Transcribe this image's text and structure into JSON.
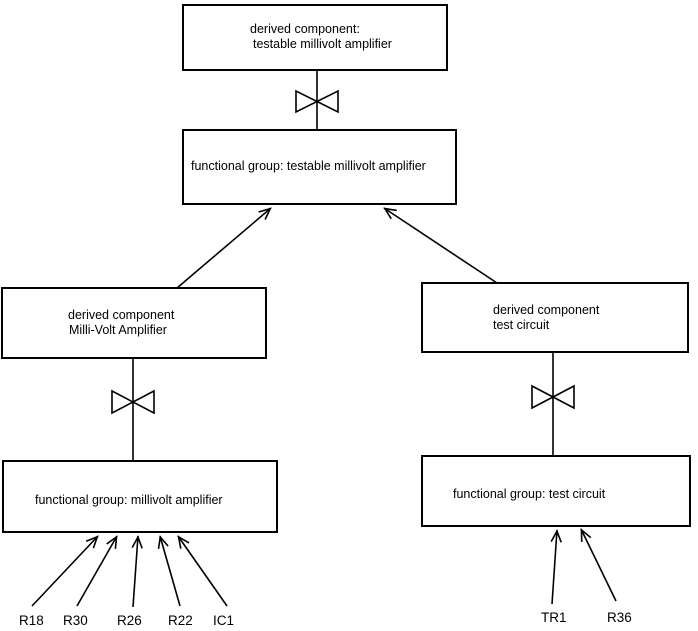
{
  "page": {
    "background_color": "#ffffff",
    "line_color": "#000000",
    "text_color": "#000000"
  },
  "icons": {
    "bowtie": "bowtie-decomposition-symbol"
  },
  "nodes": {
    "derived_testable": {
      "line1": "derived component:",
      "line2": "testable millivolt amplifier"
    },
    "fg_testable": {
      "line1": "functional group: testable millivolt amplifier"
    },
    "derived_millivolt": {
      "line1": "derived component",
      "line2": "Milli-Volt Amplifier"
    },
    "derived_test": {
      "line1": "derived component",
      "line2": "test circuit"
    },
    "fg_millivolt": {
      "line1": "functional group: millivolt amplifier"
    },
    "fg_test": {
      "line1": "functional group: test circuit"
    }
  },
  "leaves": {
    "left": [
      "R18",
      "R30",
      "R26",
      "R22",
      "IC1"
    ],
    "right": [
      "TR1",
      "R36"
    ]
  }
}
